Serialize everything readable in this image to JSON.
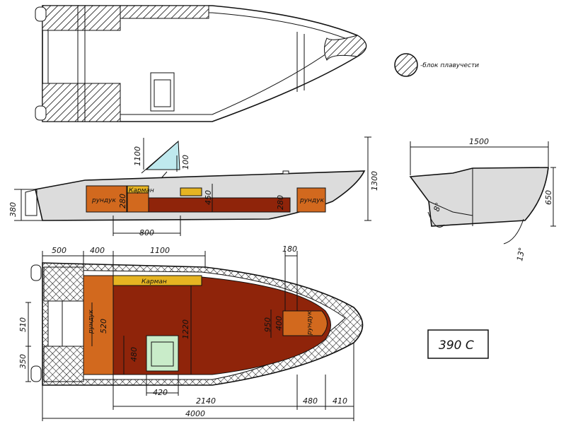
{
  "legend": {
    "label": "-блок плавучести",
    "icon": "buoyancy-block-icon"
  },
  "model": "390 C",
  "labels": {
    "pocket": "Карман",
    "locker": "рундук"
  },
  "side_view": {
    "dims": [
      "1100",
      "100",
      "450",
      "280",
      "280",
      "1300",
      "380",
      "800"
    ]
  },
  "section_view": {
    "dims": [
      "1500",
      "650",
      "8°",
      "13°"
    ]
  },
  "plan_view": {
    "dims": [
      "500",
      "400",
      "1100",
      "180",
      "510",
      "350",
      "520",
      "480",
      "1220",
      "950",
      "400",
      "420",
      "2140",
      "480",
      "410",
      "4000"
    ]
  },
  "colors": {
    "floor": "#8f240a",
    "locker": "#d2691e",
    "pocket": "#e6b422",
    "console": "#c9ecc9",
    "windshield": "#bfe9ee",
    "section": "#dcdcdc",
    "ink": "#111111"
  }
}
